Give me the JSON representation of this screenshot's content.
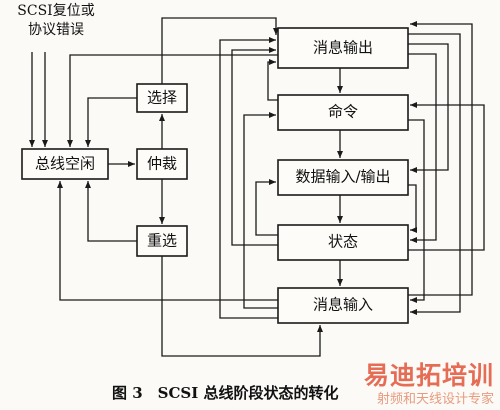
{
  "input_note": {
    "line1": "SCSI复位或",
    "line2": "协议错误"
  },
  "left_boxes": {
    "bus_free": "总线空闲",
    "selection": "选择",
    "arbitration": "仲裁",
    "reselection": "重选"
  },
  "right_boxes": {
    "message_out": "消息输出",
    "command": "命令",
    "data_io": "数据输入/输出",
    "status": "状态",
    "message_in": "消息输入"
  },
  "caption": "图 3　SCSI 总线阶段状态的转化",
  "watermark": {
    "main": "易迪拓培训",
    "sub": "射频和天线设计专家"
  }
}
